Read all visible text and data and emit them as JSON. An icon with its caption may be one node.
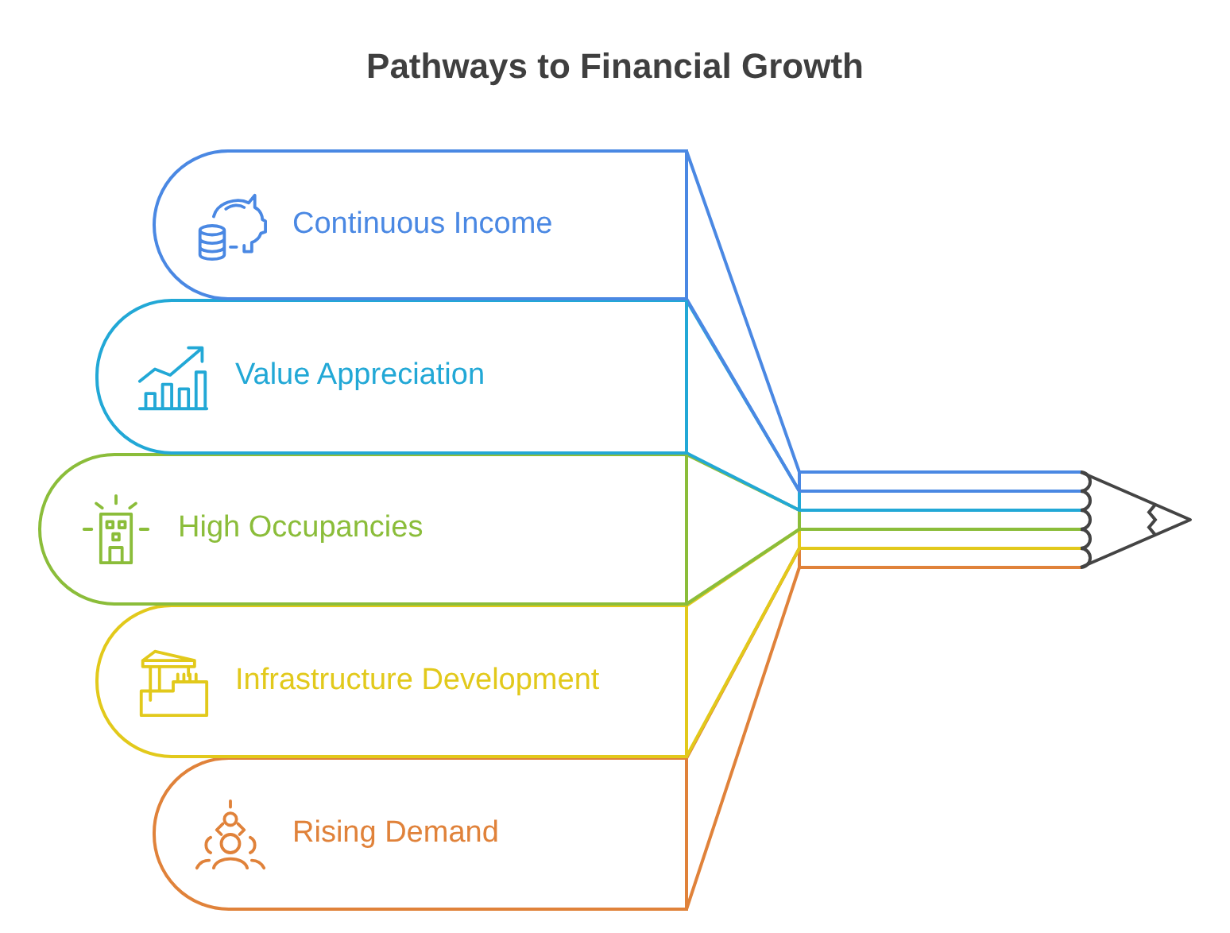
{
  "diagram": {
    "title": "Pathways to Financial Growth",
    "nodes": [
      {
        "text": [
          "Continuous Income"
        ]
      },
      {
        "text": [
          "Value Appreciation"
        ]
      },
      {
        "text": [
          "High Occupancies"
        ]
      },
      {
        "text": [
          "Infrastructure Development"
        ]
      },
      {
        "text": [
          "Rising Demand"
        ]
      },
      {
        "text": [],
        "shape": "picture"
      }
    ],
    "edges": [
      {
        "from": 0,
        "to": 5,
        "arrow": "none",
        "color": "#4a88e3"
      },
      {
        "from": 1,
        "to": 5,
        "arrow": "none",
        "color": "#22a8d6"
      },
      {
        "from": 2,
        "to": 5,
        "arrow": "none",
        "color": "#8bbd3a"
      },
      {
        "from": 3,
        "to": 5,
        "arrow": "none",
        "color": "#e2c91b"
      },
      {
        "from": 4,
        "to": 5,
        "arrow": "none",
        "color": "#e0823a"
      }
    ]
  }
}
